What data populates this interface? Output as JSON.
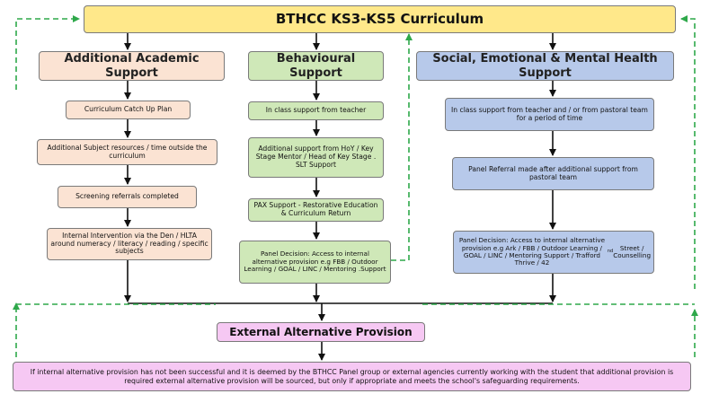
{
  "title": "BTHCC KS3-KS5 Curriculum",
  "columns": [
    {
      "heading": "Additional Academic Support",
      "steps": [
        "Curriculum Catch Up Plan",
        "Additional Subject resources / time outside the curriculum",
        "Screening referrals completed",
        "Internal Intervention via the Den / HLTA around numeracy / literacy / reading / specific subjects"
      ]
    },
    {
      "heading": "Behavioural Support",
      "steps": [
        "In class support from teacher",
        "Additional support from HoY / Key Stage Mentor / Head of Key Stage . SLT Support",
        "PAX Support - Restorative Education & Curriculum Return",
        "Panel Decision: Access to internal alternative provision e.g FBB / Outdoor Learning / GOAL / LINC / Mentoring .Support"
      ]
    },
    {
      "heading": "Social, Emotional & Mental Health Support",
      "steps": [
        "In class support from teacher and / or from pastoral team for a period of time",
        "Panel Referral made after additional support from pastoral team",
        "Panel Decision: Access to internal alternative provision e.g Ark / FBB / Outdoor Learning / GOAL / LINC / Mentoring Support / Trafford Thrive / 42nd Street / Counselling"
      ]
    }
  ],
  "external": "External Alternative Provision",
  "footer": "If internal alternative provision has not been successful and it is deemed by the BTHCC Panel group or external agencies currently working with the student that additional provision is required external alternative provision will be sourced, but only if appropriate and meets the school's safeguarding requirements.",
  "colors": {
    "title": "#ffe88a",
    "academic": "#fbe3d3",
    "behavioural": "#cfe8b8",
    "semh": "#b7c9ea",
    "external": "#f6c8f3",
    "dashed_arrow": "#2ea84a"
  }
}
